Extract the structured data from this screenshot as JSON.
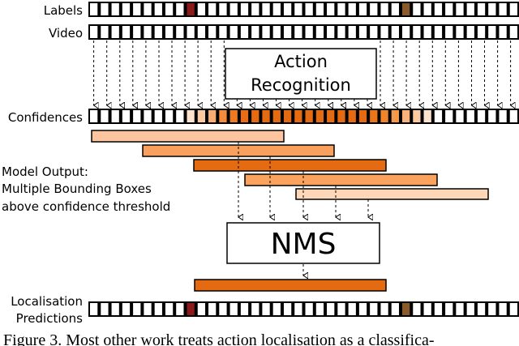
{
  "labels": {
    "labels_row": "Labels",
    "video_row": "Video",
    "confidences_row": "Confidences",
    "model_output": [
      "Model Output:",
      "Multiple Bounding Boxes",
      "above confidence threshold"
    ],
    "localisation": [
      "Localisation",
      "Predictions"
    ]
  },
  "boxes": {
    "action_recognition": [
      "Action",
      "Recognition"
    ],
    "nms": "NMS"
  },
  "caption": "Figure 3. Most other work treats action localisation as a classifica-",
  "colors": {
    "label_red": "#8b1a1a",
    "label_brown": "#8b5a2b",
    "box1": "#fcc5a0",
    "box2": "#f9a05e",
    "box3": "#e56b12",
    "box4": "#f9a35f",
    "box5": "#fdd7b8",
    "nms_out": "#e56b12"
  },
  "rows": {
    "labels_cells": [
      "w",
      "w",
      "w",
      "w",
      "w",
      "w",
      "w",
      "w",
      "w",
      "red",
      "w",
      "w",
      "w",
      "w",
      "w",
      "w",
      "w",
      "w",
      "w",
      "w",
      "w",
      "w",
      "w",
      "w",
      "w",
      "w",
      "w",
      "w",
      "w",
      "brown",
      "w",
      "w",
      "w",
      "w",
      "w",
      "w",
      "w",
      "w",
      "w",
      "w"
    ],
    "video_cells": [
      "w",
      "w",
      "w",
      "w",
      "w",
      "w",
      "w",
      "w",
      "w",
      "w",
      "w",
      "w",
      "w",
      "w",
      "w",
      "w",
      "w",
      "w",
      "w",
      "w",
      "w",
      "w",
      "w",
      "w",
      "w",
      "w",
      "w",
      "w",
      "w",
      "w",
      "w",
      "w",
      "w",
      "w",
      "w",
      "w",
      "w",
      "w",
      "w",
      "w"
    ],
    "confidence_cells": [
      "#ffffff",
      "#ffffff",
      "#ffffff",
      "#ffffff",
      "#ffffff",
      "#ffffff",
      "#ffffff",
      "#ffffff",
      "#ffffff",
      "#fde2cc",
      "#fcc9a1",
      "#f9ad72",
      "#f58c3c",
      "#ef7a22",
      "#e86d15",
      "#e56b12",
      "#e56b12",
      "#e56b12",
      "#e56b12",
      "#e56b12",
      "#e56b12",
      "#e56b12",
      "#e56b12",
      "#e56b12",
      "#e56b12",
      "#e56b12",
      "#ea7419",
      "#f08429",
      "#f59a4c",
      "#f9b27a",
      "#fcc9a1",
      "#fde2cc",
      "#ffffff",
      "#ffffff",
      "#ffffff",
      "#ffffff",
      "#ffffff",
      "#ffffff",
      "#ffffff",
      "#ffffff"
    ],
    "prediction_cells": [
      "w",
      "w",
      "w",
      "w",
      "w",
      "w",
      "w",
      "w",
      "w",
      "red",
      "w",
      "w",
      "w",
      "w",
      "w",
      "w",
      "w",
      "w",
      "w",
      "w",
      "w",
      "w",
      "w",
      "w",
      "w",
      "w",
      "w",
      "w",
      "w",
      "brown",
      "w",
      "w",
      "w",
      "w",
      "w",
      "w",
      "w",
      "w",
      "w",
      "w"
    ]
  }
}
